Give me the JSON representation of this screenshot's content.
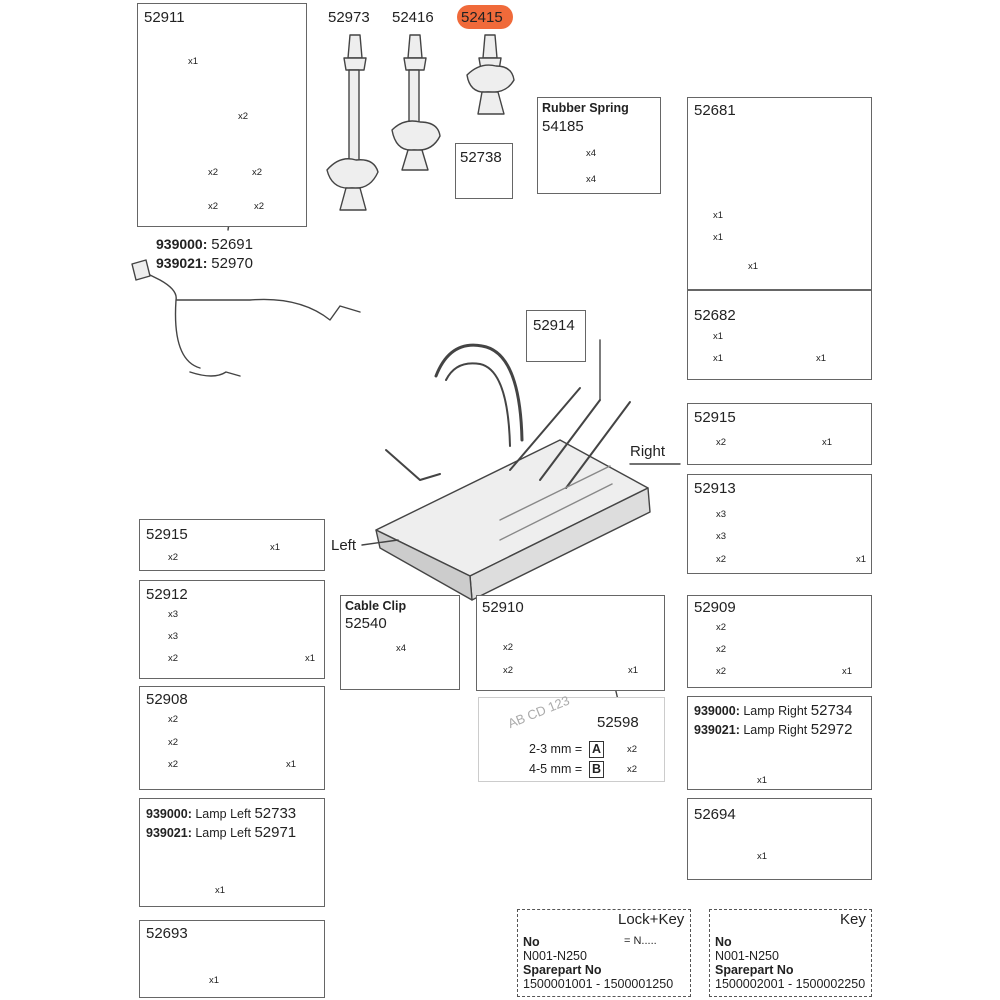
{
  "colors": {
    "outline": "#444444",
    "fill": "#eeeeee",
    "highlight": "#f06a3a"
  },
  "boxes": {
    "b52911": {
      "part": "52911",
      "q1": "x1",
      "q2": "x2",
      "q3": "x2",
      "q4": "x2",
      "q5": "x2",
      "q6": "x2"
    },
    "b52681": {
      "part": "52681",
      "q1": "x1",
      "q2": "x1",
      "q3": "x1"
    },
    "b52682": {
      "part": "52682",
      "q1": "x1",
      "q2": "x1",
      "q3": "x1"
    },
    "b52915r": {
      "part": "52915",
      "q1": "x2",
      "q2": "x1"
    },
    "b52913": {
      "part": "52913",
      "q1": "x3",
      "q2": "x3",
      "q3": "x2",
      "q4": "x1"
    },
    "b52909": {
      "part": "52909",
      "q1": "x2",
      "q2": "x2",
      "q3": "x2",
      "q4": "x1"
    },
    "lampR": {
      "pre1": "939000:",
      "t1": "Lamp Right",
      "p1": "52734",
      "pre2": "939021:",
      "t2": "Lamp Right",
      "p2": "52972",
      "q": "x1"
    },
    "b52694": {
      "part": "52694",
      "q": "x1"
    },
    "b52915l": {
      "part": "52915",
      "q1": "x2",
      "q2": "x1"
    },
    "b52912": {
      "part": "52912",
      "q1": "x3",
      "q2": "x3",
      "q3": "x2",
      "q4": "x1"
    },
    "b52908": {
      "part": "52908",
      "q1": "x2",
      "q2": "x2",
      "q3": "x2",
      "q4": "x1"
    },
    "lampL": {
      "pre1": "939000:",
      "t1": "Lamp Left",
      "p1": "52733",
      "pre2": "939021:",
      "t2": "Lamp Left",
      "p2": "52971",
      "q": "x1"
    },
    "b52693": {
      "part": "52693",
      "q": "x1"
    },
    "clip": {
      "title": "Cable Clip",
      "part": "52540",
      "q": "x4"
    },
    "b52910": {
      "part": "52910",
      "q1": "x2",
      "q2": "x2",
      "q3": "x1"
    },
    "plate": {
      "sample": "AB CD 123",
      "part": "52598",
      "r1": "2-3 mm =",
      "l1": "A",
      "q1": "x2",
      "r2": "4-5 mm =",
      "l2": "B",
      "q2": "x2"
    },
    "rubber": {
      "title": "Rubber Spring",
      "part": "54185",
      "q1": "x4",
      "q2": "x4"
    },
    "b52738": {
      "part": "52738"
    },
    "b52914": {
      "part": "52914"
    },
    "lock": {
      "title": "Lock+Key",
      "no": "No",
      "range": "N001-N250",
      "eq": "= N.....",
      "sp": "Sparepart No",
      "spr": "1500001001 - 1500001250"
    },
    "key": {
      "title": "Key",
      "no": "No",
      "range": "N001-N250",
      "sp": "Sparepart No",
      "spr": "1500002001 - 1500002250"
    }
  },
  "free": {
    "arms": [
      "52973",
      "52416",
      "52415"
    ],
    "cable": {
      "pre1": "939000:",
      "p1": "52691",
      "pre2": "939021:",
      "p2": "52970"
    },
    "left": "Left",
    "right": "Right"
  }
}
